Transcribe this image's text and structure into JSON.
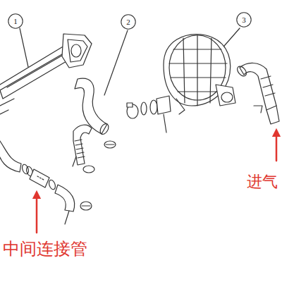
{
  "diagram": {
    "nodes": [
      {
        "text": [
          "1"
        ]
      },
      {
        "text": [
          "2"
        ]
      },
      {
        "text": [
          "3"
        ]
      }
    ],
    "labels": [
      "进气",
      "中间连接管"
    ]
  }
}
